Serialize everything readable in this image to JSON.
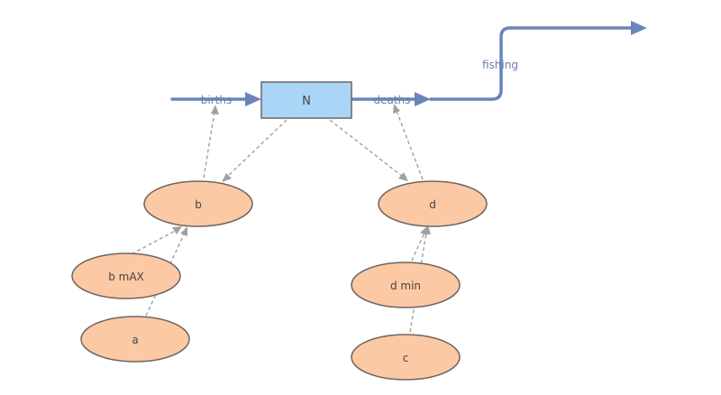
{
  "stock": {
    "label": "N"
  },
  "flows": {
    "births": "births",
    "deaths": "deaths",
    "fishing": "fishing"
  },
  "variables": {
    "b": "b",
    "bmax": "b mAX",
    "a": "a",
    "d": "d",
    "dmin": "d min",
    "c": "c"
  },
  "colors": {
    "stock_fill": "#a9d5f7",
    "variable_fill": "#fcc9a5",
    "flow": "#6a86b8",
    "link": "#a0a0a0"
  }
}
